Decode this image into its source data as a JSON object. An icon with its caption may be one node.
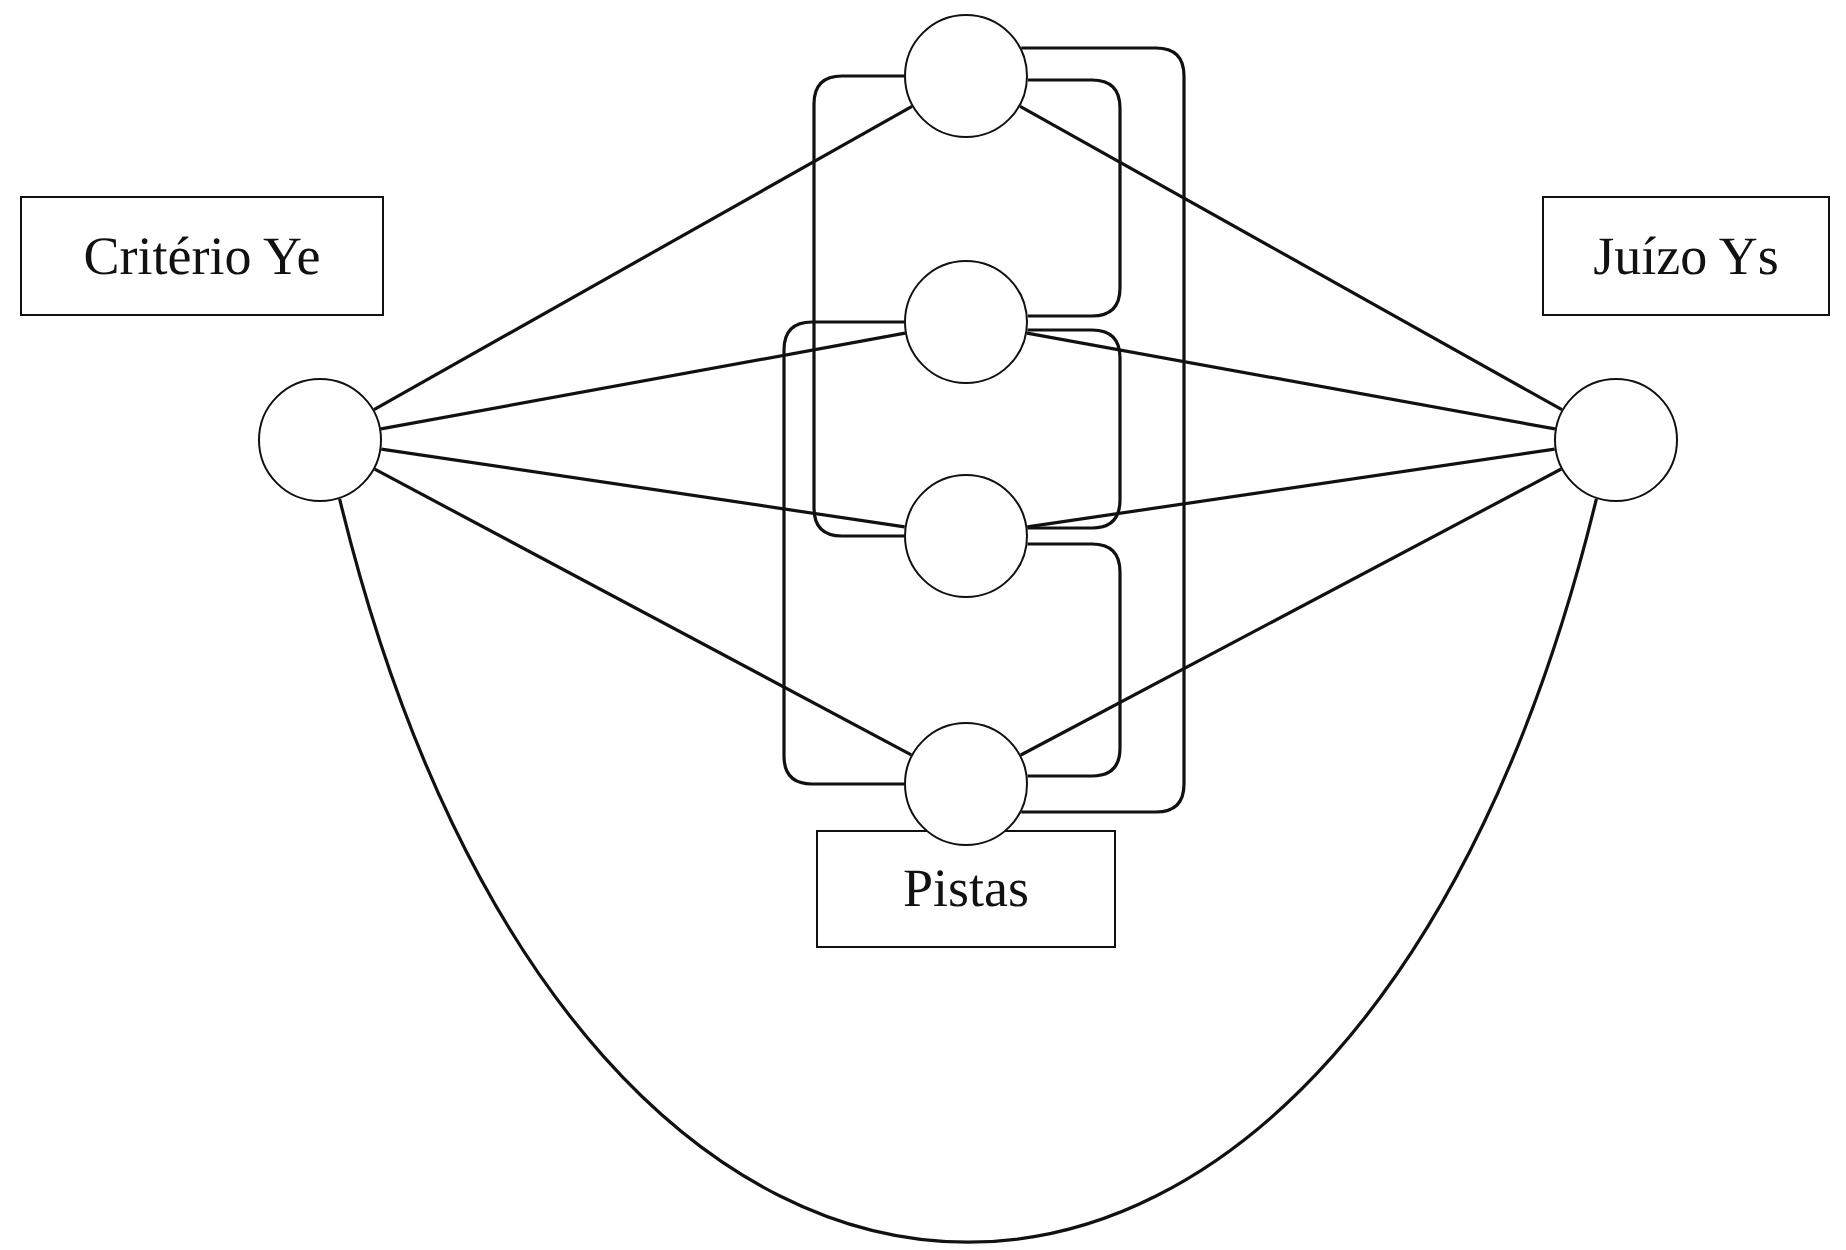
{
  "diagram": {
    "nodes": [
      {
        "text": [
          "Critério Ye"
        ]
      },
      {
        "text": [
          "Juízo Ys"
        ]
      },
      {
        "text": [
          "Pistas"
        ]
      },
      {
        "text": [],
        "shape": "circle"
      },
      {
        "text": [],
        "shape": "circle"
      },
      {
        "text": [],
        "shape": "circle"
      },
      {
        "text": [],
        "shape": "circle"
      },
      {
        "text": [],
        "shape": "circle"
      },
      {
        "text": [],
        "shape": "circle"
      }
    ],
    "edges": [
      {
        "from": 3,
        "to": 4,
        "arrow": "none"
      },
      {
        "from": 3,
        "to": 5,
        "arrow": "none"
      },
      {
        "from": 3,
        "to": 6,
        "arrow": "none"
      },
      {
        "from": 3,
        "to": 7,
        "arrow": "none"
      },
      {
        "from": 4,
        "to": 8,
        "arrow": "none"
      },
      {
        "from": 5,
        "to": 8,
        "arrow": "none"
      },
      {
        "from": 6,
        "to": 8,
        "arrow": "none"
      },
      {
        "from": 7,
        "to": 8,
        "arrow": "none"
      },
      {
        "from": 4,
        "to": 6,
        "arrow": "none"
      },
      {
        "from": 5,
        "to": 7,
        "arrow": "none"
      },
      {
        "from": 4,
        "to": 5,
        "arrow": "none"
      },
      {
        "from": 5,
        "to": 6,
        "arrow": "none"
      },
      {
        "from": 6,
        "to": 7,
        "arrow": "none"
      },
      {
        "from": 4,
        "to": 7,
        "arrow": "none"
      },
      {
        "from": 3,
        "to": 8,
        "arrow": "none"
      }
    ]
  }
}
